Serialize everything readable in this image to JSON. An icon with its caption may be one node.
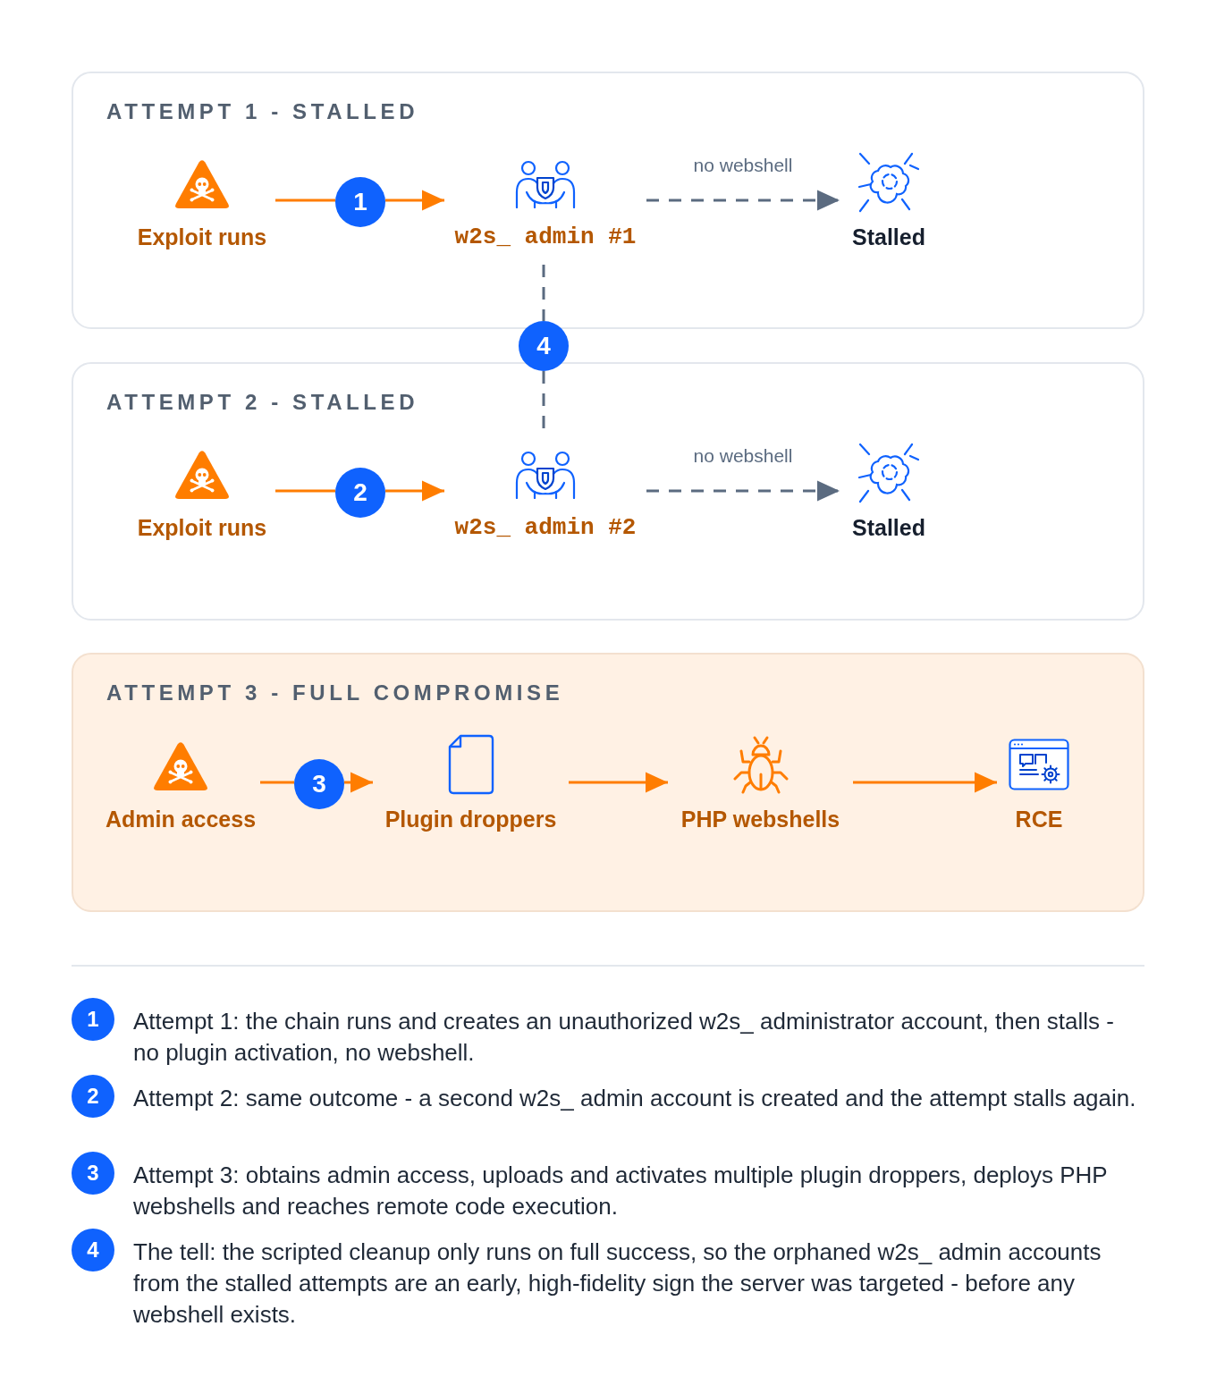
{
  "diagram": {
    "nodes": [
      {
        "text": [
          "ATTEMPT 1 - STALLED"
        ]
      },
      {
        "text": [
          "Exploit runs"
        ],
        "in": 0
      },
      {
        "text": [
          "1"
        ],
        "in": 0
      },
      {
        "text": [
          "w2s_ admin #1"
        ],
        "in": 0
      },
      {
        "text": [
          "Stalled"
        ],
        "in": 0
      },
      {
        "text": [
          "4"
        ]
      },
      {
        "text": [
          "ATTEMPT 2 - STALLED"
        ]
      },
      {
        "text": [
          "Exploit runs"
        ],
        "in": 6
      },
      {
        "text": [
          "2"
        ],
        "in": 6
      },
      {
        "text": [
          "w2s_ admin #2"
        ],
        "in": 6
      },
      {
        "text": [
          "Stalled"
        ],
        "in": 6
      },
      {
        "text": [
          "ATTEMPT 3 - FULL COMPROMISE"
        ]
      },
      {
        "text": [
          "Admin access"
        ],
        "in": 11
      },
      {
        "text": [
          "3"
        ],
        "in": 11
      },
      {
        "text": [
          "Plugin droppers"
        ],
        "in": 11
      },
      {
        "text": [
          "PHP webshells"
        ],
        "in": 11
      },
      {
        "text": [
          "RCE"
        ],
        "in": 11
      },
      {
        "text": [
          "1"
        ],
        "beside": [
          "Attempt 1: the chain runs and creates an unauthorized w2s_ administrator account, then stalls - no plugin activation, no webshell."
        ]
      },
      {
        "text": [
          "2"
        ],
        "beside": [
          "Attempt 2: same outcome - a second w2s_ admin account is created and the attempt stalls again."
        ]
      },
      {
        "text": [
          "3"
        ],
        "beside": [
          "Attempt 3: obtains admin access, uploads and activates multiple plugin droppers, deploys PHP webshells and reaches remote code execution."
        ]
      },
      {
        "text": [
          "4"
        ],
        "beside": [
          "The tell: the scripted cleanup only runs on full success, so the orphaned w2s_ admin accounts from the stalled attempts are an early, high-fidelity sign the server was targeted - before any webshell exists."
        ]
      }
    ],
    "edges": [
      {
        "from": 1,
        "to": 2,
        "arrow": "none"
      },
      {
        "from": 2,
        "to": 3,
        "arrow": "to"
      },
      {
        "from": 3,
        "to": 4,
        "arrow": "to",
        "label": "no webshell",
        "style": "dashed",
        "color": "#5b6b80"
      },
      {
        "from": 3,
        "to": 5,
        "arrow": "none",
        "style": "dashed",
        "color": "#5b6b80"
      },
      {
        "from": 5,
        "to": 9,
        "arrow": "none",
        "style": "dashed",
        "color": "#5b6b80"
      },
      {
        "from": 7,
        "to": 8,
        "arrow": "none"
      },
      {
        "from": 8,
        "to": 9,
        "arrow": "to"
      },
      {
        "from": 9,
        "to": 10,
        "arrow": "to",
        "label": "no webshell",
        "style": "dashed",
        "color": "#5b6b80"
      },
      {
        "from": 12,
        "to": 13,
        "arrow": "none"
      },
      {
        "from": 13,
        "to": 14,
        "arrow": "to"
      },
      {
        "from": 14,
        "to": 15,
        "arrow": "to"
      },
      {
        "from": 15,
        "to": 16,
        "arrow": "to"
      }
    ]
  }
}
